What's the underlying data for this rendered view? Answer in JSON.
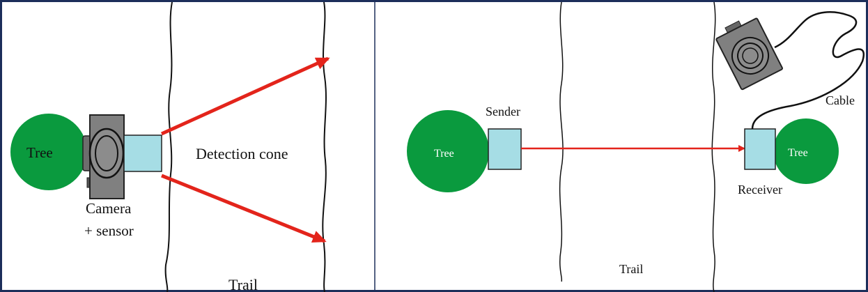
{
  "colors": {
    "tree_fill": "#0a9a3e",
    "sensor_fill": "#a6dde5",
    "camera_fill": "#808080",
    "arrow": "#e3241b",
    "line": "#111111",
    "frame": "#1c2e5a"
  },
  "left_panel": {
    "tree_label": "Tree",
    "camera_label_line1": "Camera",
    "camera_label_line2": "+ sensor",
    "detection_label": "Detection cone",
    "trail_label": "Trail"
  },
  "right_panel": {
    "left_tree_label": "Tree",
    "sender_label": "Sender",
    "right_tree_label": "Tree",
    "receiver_label": "Receiver",
    "cable_label": "Cable",
    "trail_label": "Trail"
  },
  "icons": [
    "camera-icon",
    "sensor-box-icon",
    "tree-icon"
  ]
}
